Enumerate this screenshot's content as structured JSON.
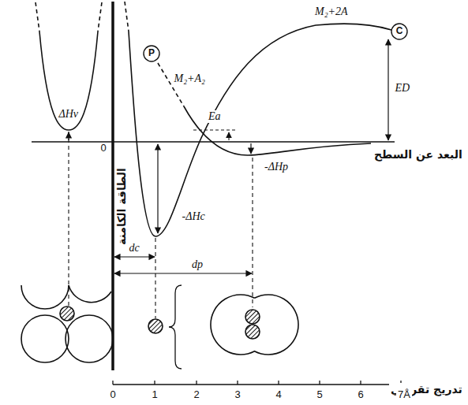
{
  "diagram": {
    "nodes": [
      {
        "text": [
          "P"
        ]
      },
      {
        "text": [
          "C"
        ]
      }
    ],
    "labels": [
      "M₂+2A",
      "M₂+A₂",
      "ED",
      "Ea",
      "-ΔHc",
      "-ΔHp",
      "ΔHv",
      "0",
      "dc",
      "dp",
      "البعد عن السطح",
      "الطاقة الكامنة",
      "تدريج تقريبي",
      "0",
      "1",
      "2",
      "3",
      "4",
      "5",
      "6",
      "7Å"
    ]
  }
}
